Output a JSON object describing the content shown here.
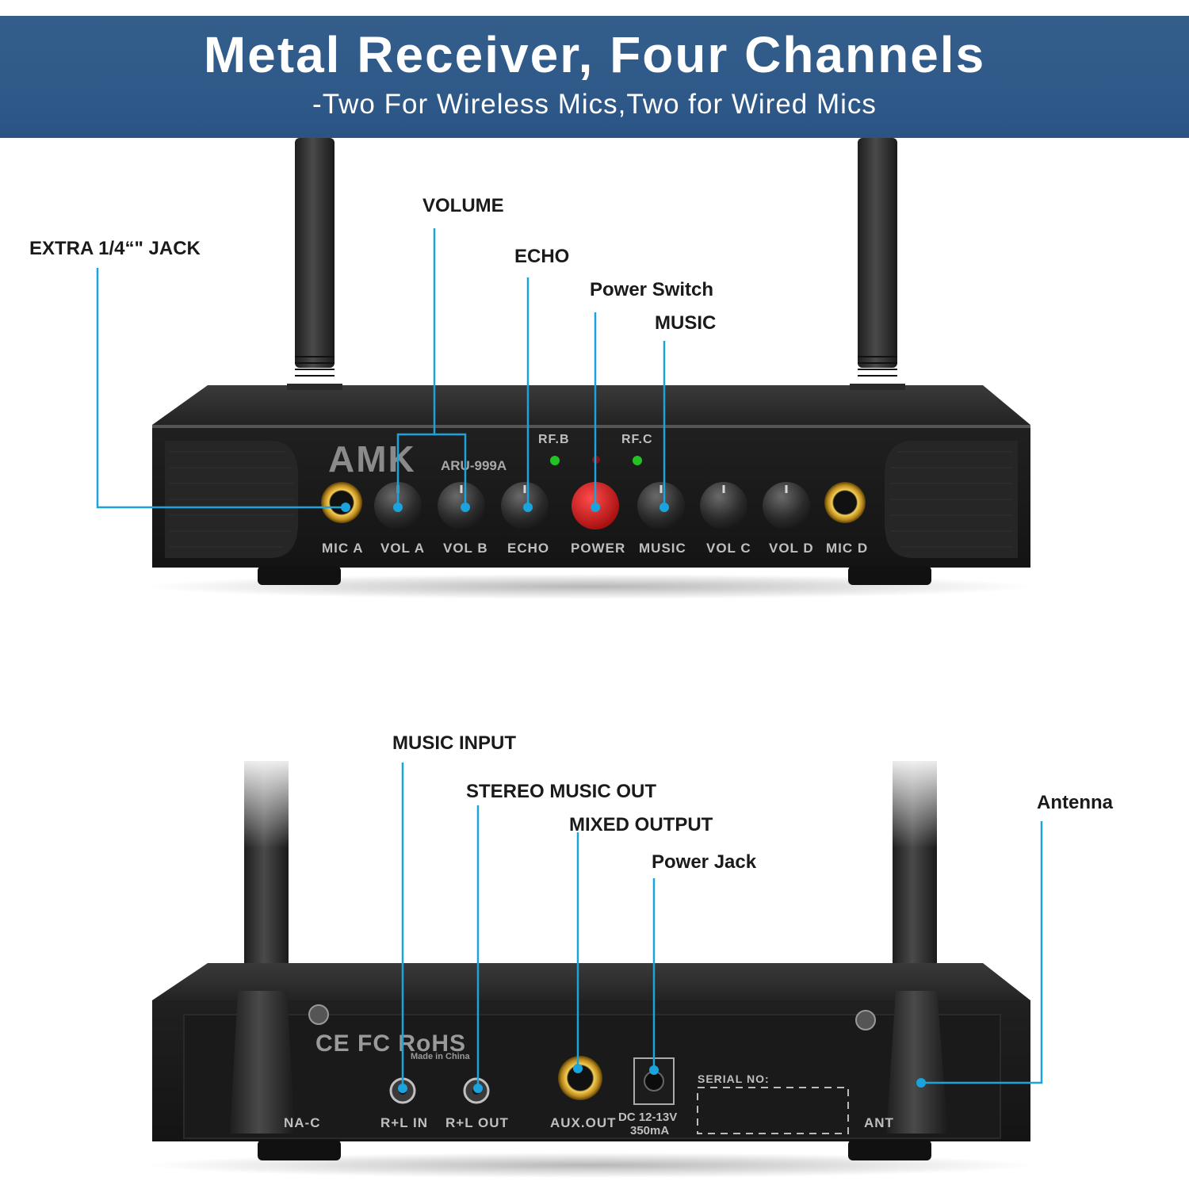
{
  "banner": {
    "title": "Metal Receiver, Four Channels",
    "subtitle": "-Two For Wireless Mics,Two for Wired Mics"
  },
  "front": {
    "callouts": {
      "extra_jack": "EXTRA 1/4“\" JACK",
      "volume": "VOLUME",
      "echo": "ECHO",
      "power_switch": "Power Switch",
      "music": "MUSIC"
    },
    "brand": "AMK",
    "model": "ARU-999A",
    "indicators": [
      "RF.B",
      "RF.C"
    ],
    "panel_labels": [
      "MIC A",
      "VOL A",
      "VOL B",
      "ECHO",
      "POWER",
      "MUSIC",
      "VOL C",
      "VOL D",
      "MIC D"
    ]
  },
  "back": {
    "callouts": {
      "music_input": "MUSIC INPUT",
      "stereo_out": "STEREO MUSIC OUT",
      "mixed_output": "MIXED OUTPUT",
      "power_jack": "Power Jack",
      "antenna": "Antenna"
    },
    "certifications": "CE FC RoHS",
    "made_in": "Made in China",
    "panel_labels": {
      "ant_left": "NA-C",
      "rl_in": "R+L IN",
      "rl_out": "R+L OUT",
      "aux_out": "AUX.OUT",
      "dc_line1": "DC 12-13V",
      "dc_line2": "350mA",
      "serial": "SERIAL NO:",
      "ant_right": "ANT"
    }
  },
  "colors": {
    "banner": "#2f5a89",
    "leader": "#1aa3dc",
    "power_button": "#d21a1a",
    "led_green": "#22c322"
  }
}
